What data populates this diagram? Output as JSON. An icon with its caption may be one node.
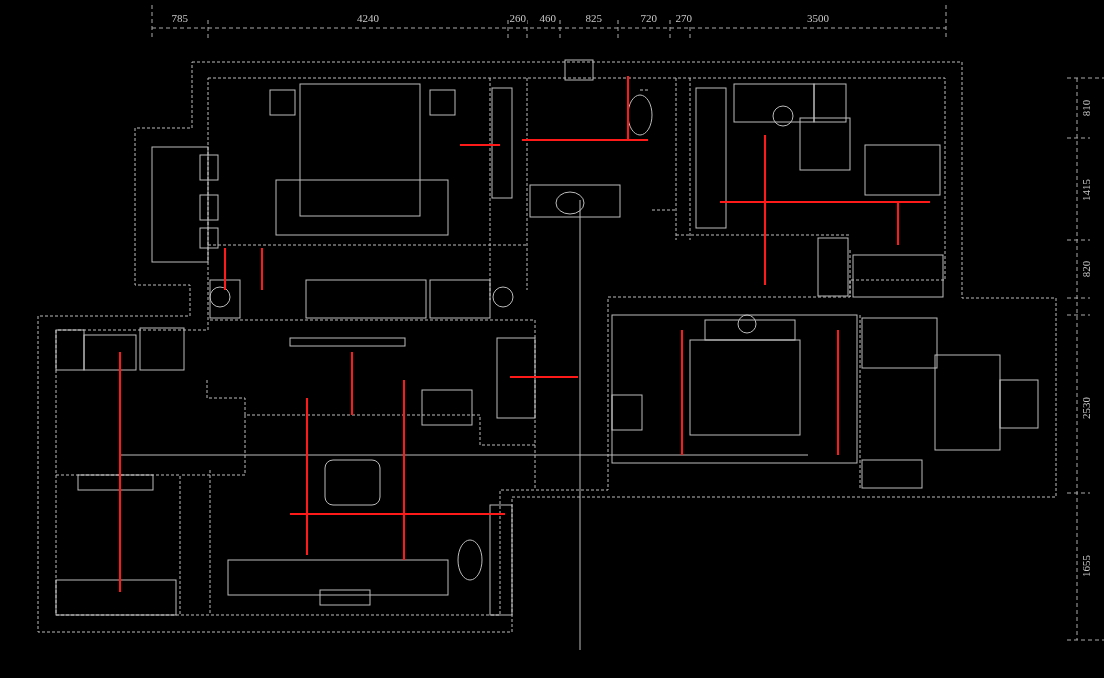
{
  "diagram": {
    "labels": [
      "785",
      "4240",
      "260",
      "460",
      "825",
      "720",
      "270",
      "3500",
      "810",
      "1415",
      "820",
      "2530",
      "1655"
    ]
  }
}
